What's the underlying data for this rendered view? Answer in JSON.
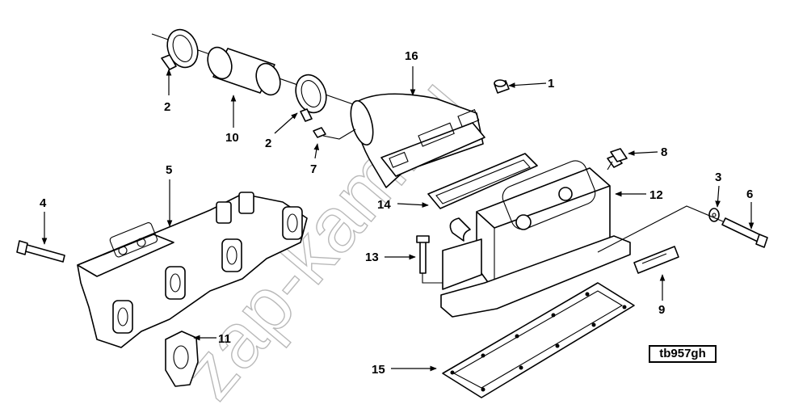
{
  "diagram": {
    "reference_code": "tb957gh",
    "watermark": "zap-kam.ru",
    "callouts": [
      {
        "id": "c1",
        "label": "1"
      },
      {
        "id": "c2a",
        "label": "2"
      },
      {
        "id": "c2b",
        "label": "2"
      },
      {
        "id": "c3",
        "label": "3"
      },
      {
        "id": "c4",
        "label": "4"
      },
      {
        "id": "c5",
        "label": "5"
      },
      {
        "id": "c6",
        "label": "6"
      },
      {
        "id": "c7",
        "label": "7"
      },
      {
        "id": "c8",
        "label": "8"
      },
      {
        "id": "c9",
        "label": "9"
      },
      {
        "id": "c10",
        "label": "10"
      },
      {
        "id": "c11",
        "label": "11"
      },
      {
        "id": "c12",
        "label": "12"
      },
      {
        "id": "c13",
        "label": "13"
      },
      {
        "id": "c14",
        "label": "14"
      },
      {
        "id": "c15",
        "label": "15"
      },
      {
        "id": "c16",
        "label": "16"
      }
    ]
  }
}
